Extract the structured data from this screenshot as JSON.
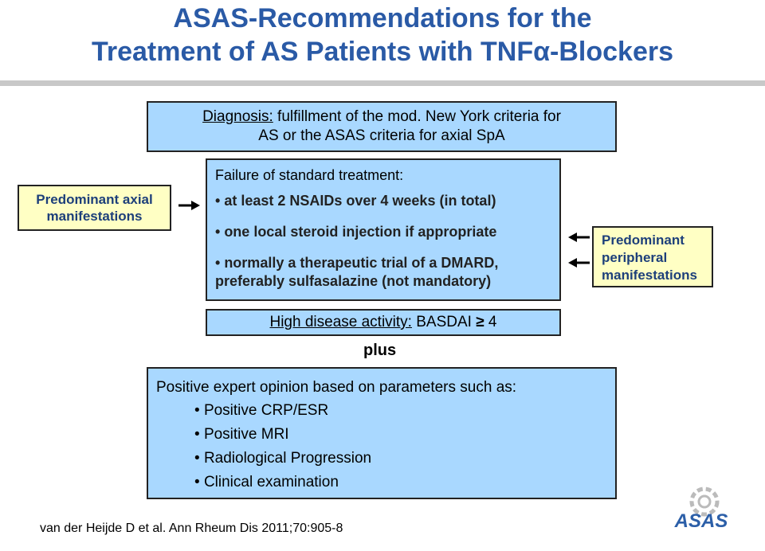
{
  "title": {
    "line1": "ASAS-Recommendations for the",
    "line2_prefix": "Treatment of AS Patients with TNF",
    "line2_alpha": "α",
    "line2_suffix": "-Blockers"
  },
  "diagnosis": {
    "label": "Diagnosis:",
    "text1": " fulfillment of the mod. New York criteria for",
    "text2": "AS or the ASAS criteria for axial SpA"
  },
  "failure": {
    "heading": "Failure of standard treatment:",
    "items": [
      "at least 2 NSAIDs over 4 weeks (in total)",
      "one local steroid injection if appropriate",
      "normally a therapeutic trial of a DMARD,"
    ],
    "item3_line2": "preferably sulfasalazine (not mandatory)"
  },
  "axial": {
    "line1": "Predominant axial",
    "line2": "manifestations"
  },
  "peripheral": {
    "line1": "Predominant",
    "line2": "peripheral",
    "line3": "manifestations"
  },
  "activity": {
    "label": "High disease activity:",
    "text": " BASDAI ",
    "symbol": "≥",
    "value": " 4"
  },
  "plus": "plus",
  "expert": {
    "heading": "Positive expert opinion based on parameters such as:",
    "items": [
      "Positive CRP/ESR",
      "Positive MRI",
      "Radiological Progression",
      "Clinical examination"
    ]
  },
  "citation": "van der Heijde D et al. Ann Rheum Dis 2011;70:905-8",
  "logo": {
    "text": "ASAS",
    "icon": "asas-logo-icon",
    "color": "#2c5fa8"
  },
  "colors": {
    "title": "#2a5aa6",
    "box_blue": "#a9d8ff",
    "box_yellow": "#ffffc4"
  }
}
